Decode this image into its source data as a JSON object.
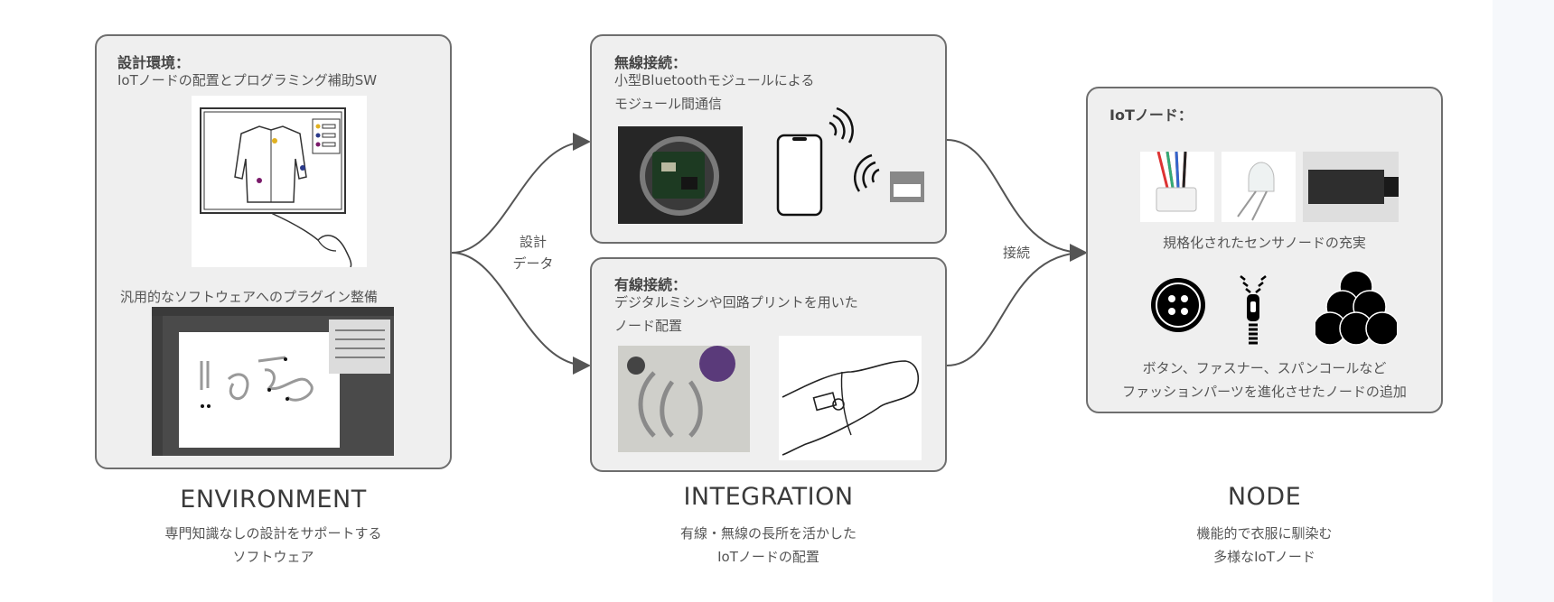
{
  "environment": {
    "title": "設計環境：",
    "text": "IoTノードの配置とプログラミング補助SW",
    "caption": "汎用的なソフトウェアへのプラグイン整備",
    "heading": "ENVIRONMENT",
    "subtitle_line1": "専門知識なしの設計をサポートする",
    "subtitle_line2": "ソフトウェア"
  },
  "wireless": {
    "title": "無線接続：",
    "line1": "小型Bluetoothモジュールによる",
    "line2": "モジュール間通信"
  },
  "wired": {
    "title": "有線接続：",
    "line1": "デジタルミシンや回路プリントを用いた",
    "line2": "ノード配置"
  },
  "integration": {
    "heading": "INTEGRATION",
    "subtitle_line1": "有線・無線の長所を活かした",
    "subtitle_line2": "IoTノードの配置"
  },
  "node": {
    "title": "IoTノード：",
    "caption1": "規格化されたセンサノードの充実",
    "caption2_line1": "ボタン、ファスナー、スパンコールなど",
    "caption2_line2": "ファッションパーツを進化させたノードの追加",
    "heading": "NODE",
    "subtitle_line1": "機能的で衣服に馴染む",
    "subtitle_line2": "多様なIoTノード"
  },
  "arrows": {
    "design_data_line1": "設計",
    "design_data_line2": "データ",
    "connection": "接続"
  },
  "colors": {
    "panel_bg": "#efefef",
    "panel_border": "#6e6e6e",
    "arrow": "#555555"
  }
}
